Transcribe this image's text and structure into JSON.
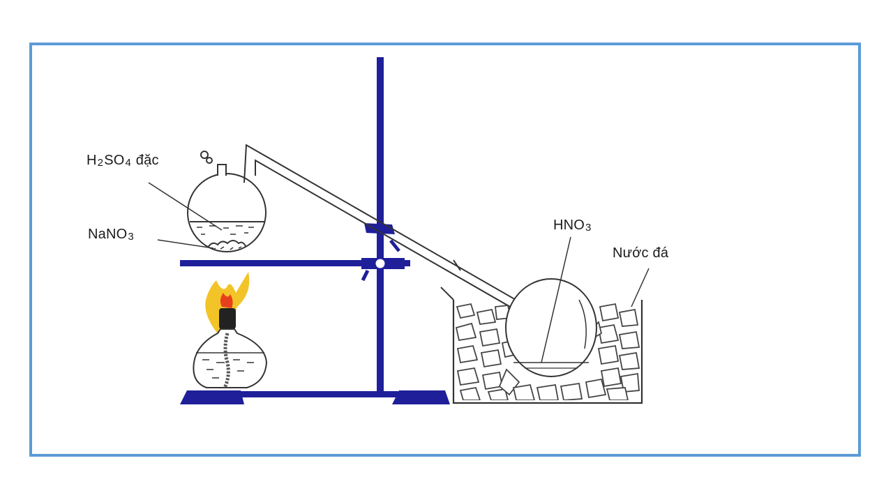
{
  "labels": {
    "h2so4": {
      "formula": "H",
      "sub1": "2",
      "mid": "SO",
      "sub2": "4",
      "suffix": " đặc"
    },
    "nano3": {
      "formula": "NaNO",
      "sub": "3"
    },
    "hno3": {
      "formula": "HNO",
      "sub": "3"
    },
    "ice_water": "Nước đá"
  },
  "colors": {
    "stand": "#1f1f9a",
    "frame": "#5b9bd5",
    "flame_outer": "#f2c428",
    "flame_inner": "#e8401c",
    "glass_stroke": "#333333"
  },
  "icons": [
    "retort-flask",
    "alcohol-lamp",
    "retort-stand",
    "receiving-flask",
    "ice-bath"
  ]
}
